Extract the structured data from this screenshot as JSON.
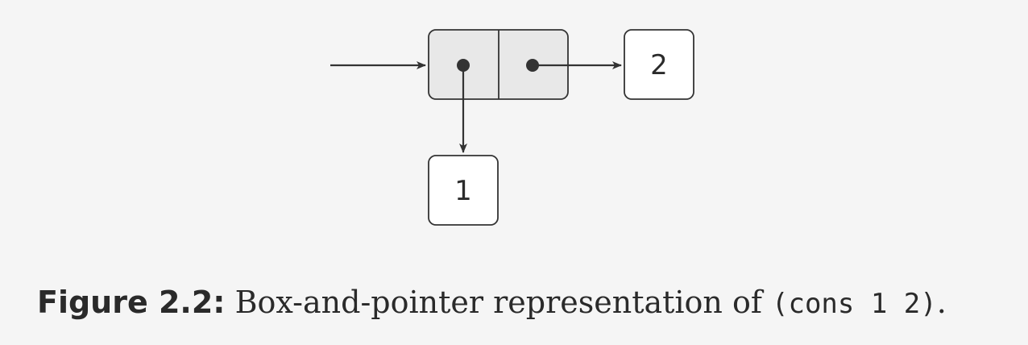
{
  "diagram": {
    "pair": {
      "car": "1",
      "cdr": "2"
    },
    "colors": {
      "pair_fill": "#e8e8e8",
      "atom_fill": "#ffffff",
      "stroke": "#333333",
      "background": "#f5f5f5"
    }
  },
  "caption": {
    "label": "Figure 2.2:",
    "text": " Box-and-pointer representation of ",
    "code": "(cons 1 2)",
    "end": "."
  }
}
